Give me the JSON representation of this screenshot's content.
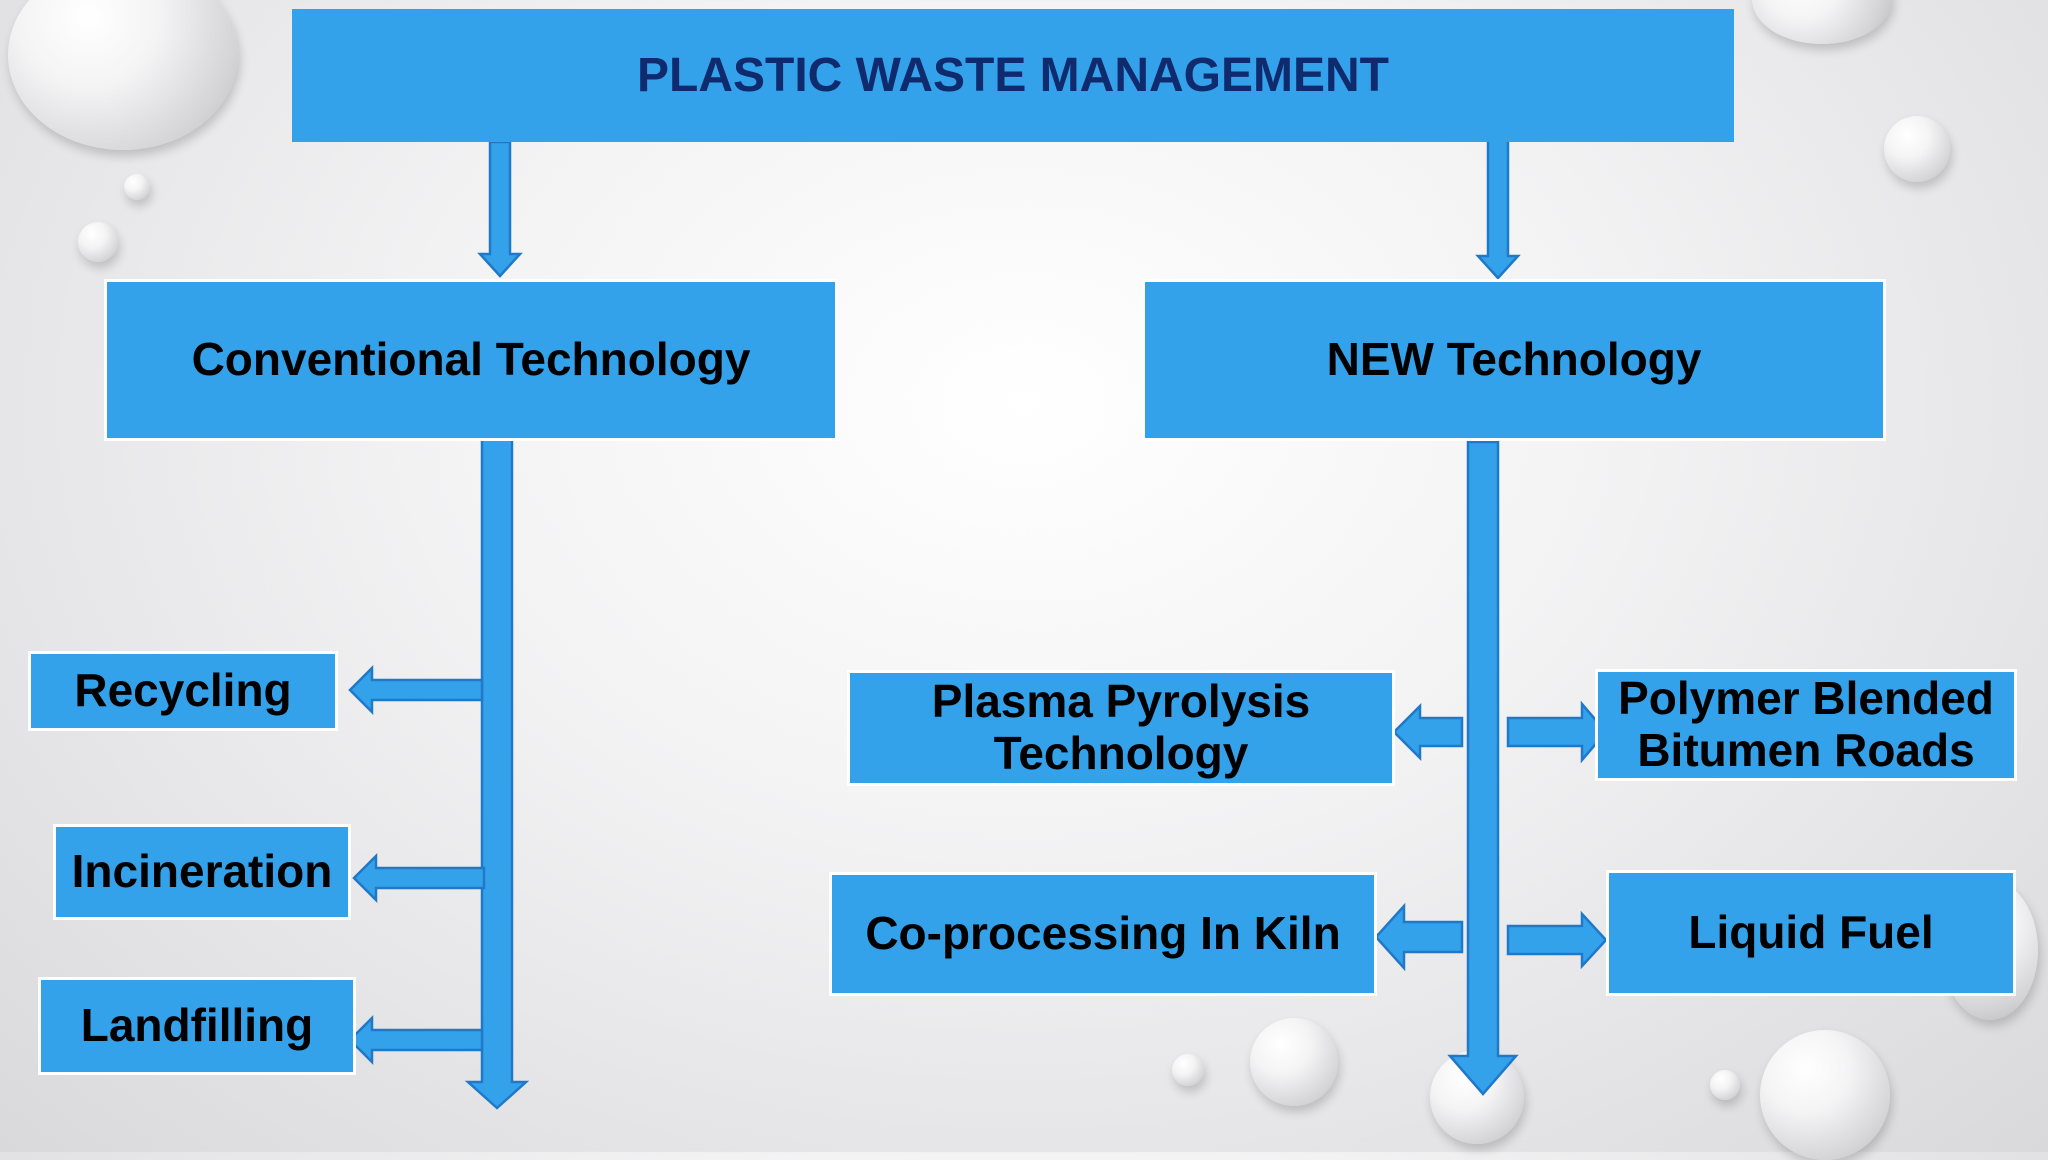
{
  "diagram": {
    "title": "PLASTIC WASTE MANAGEMENT",
    "branches": {
      "conventional": {
        "label": "Conventional Technology",
        "items": [
          "Recycling",
          "Incineration",
          "Landfilling"
        ]
      },
      "new": {
        "label": "NEW Technology",
        "left_items": [
          "Plasma Pyrolysis Technology",
          "Co-processing In Kiln"
        ],
        "right_items": [
          "Polymer Blended Bitumen Roads",
          "Liquid Fuel"
        ]
      }
    },
    "colors": {
      "box_fill": "#33a2ea",
      "box_border": "#ffffff",
      "title_text": "#102a6e",
      "label_text": "#000000",
      "arrow_fill": "#33a2ea",
      "arrow_stroke": "#1f78c8"
    }
  }
}
